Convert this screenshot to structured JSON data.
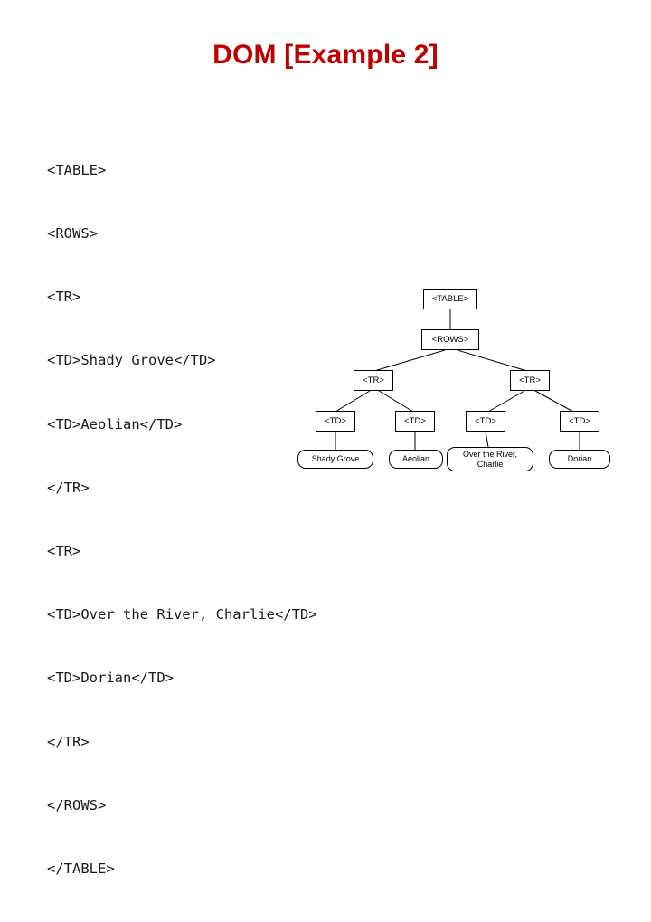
{
  "slide": {
    "title": "DOM [Example 2]",
    "title_color": "#c00000",
    "background": "#ffffff"
  },
  "code_block": {
    "lines": [
      "<TABLE>",
      "<ROWS>",
      "<TR>",
      "<TD>Shady Grove</TD>",
      "<TD>Aeolian</TD>",
      "</TR>",
      "<TR>",
      "<TD>Over the River, Charlie</TD>",
      "<TD>Dorian</TD>",
      "</TR>",
      "</ROWS>",
      "</TABLE>"
    ]
  },
  "tree": {
    "nodes": [
      {
        "id": "table",
        "label": "<TABLE>",
        "type": "element"
      },
      {
        "id": "rows",
        "label": "<ROWS>",
        "type": "element"
      },
      {
        "id": "tr1",
        "label": "<TR>",
        "type": "element"
      },
      {
        "id": "tr2",
        "label": "<TR>",
        "type": "element"
      },
      {
        "id": "td1",
        "label": "<TD>",
        "type": "element"
      },
      {
        "id": "td2",
        "label": "<TD>",
        "type": "element"
      },
      {
        "id": "td3",
        "label": "<TD>",
        "type": "element"
      },
      {
        "id": "td4",
        "label": "<TD>",
        "type": "element"
      },
      {
        "id": "leaf1",
        "label": "Shady Grove",
        "type": "text"
      },
      {
        "id": "leaf2",
        "label": "Aeolian",
        "type": "text"
      },
      {
        "id": "leaf3",
        "label": "Over the River, Charlie",
        "type": "text"
      },
      {
        "id": "leaf4",
        "label": "Dorian",
        "type": "text"
      }
    ]
  }
}
